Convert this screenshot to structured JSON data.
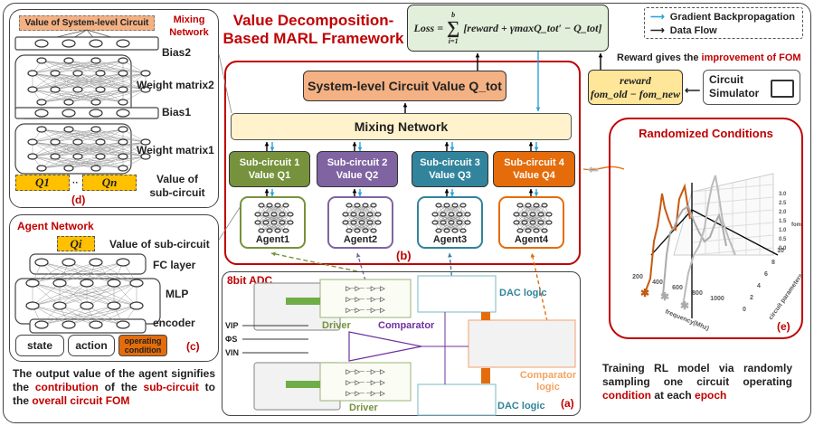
{
  "title": "Value Decomposition-Based MARL Framework",
  "title_line1": "Value Decomposition-",
  "title_line2": "Based MARL Framework",
  "loss": {
    "lhs": "Loss =",
    "sum_top": "b",
    "sum_bottom": "i=1",
    "rhs": "[reward + γmaxQ_tot′ − Q_tot]"
  },
  "legend": {
    "items": [
      {
        "label": "Gradient Backpropagation",
        "color": "#29a3dc"
      },
      {
        "label": "Data Flow",
        "color": "#000000"
      }
    ]
  },
  "reward_note": {
    "prefix": "Reward gives the ",
    "highlight": "improvement of FOM"
  },
  "reward_box": {
    "line1": "reward",
    "line2": "fom_old − fom_new"
  },
  "simulator": {
    "line1": "Circuit",
    "line2": "Simulator"
  },
  "panel_d": {
    "header": "Value of System-level Circuit",
    "title1": "Mixing",
    "title2": "Network",
    "bias2": "Bias2",
    "wm2": "Weight matrix2",
    "bias1": "Bias1",
    "wm1": "Weight matrix1",
    "q1": "Q1",
    "qn": "Qn",
    "dots": "··",
    "value_of": "Value of",
    "sub_circuit": "sub-circuit",
    "tag": "(d)"
  },
  "panel_b": {
    "system_value": "System-level Circuit Value Q_tot",
    "mixing": "Mixing Network",
    "tag": "(b)",
    "subcircuits": [
      {
        "name": "Sub-circuit 1",
        "value": "Value  Q1",
        "agent": "Agent1",
        "color": "#76923c"
      },
      {
        "name": "Sub-circuit 2",
        "value": "Value  Q2",
        "agent": "Agent2",
        "color": "#8064a2"
      },
      {
        "name": "Sub-circuit 3",
        "value": "Value  Q3",
        "agent": "Agent3",
        "color": "#31849b"
      },
      {
        "name": "Sub-circuit 4",
        "value": "Value  Q4",
        "agent": "Agent4",
        "color": "#e46c0a"
      }
    ]
  },
  "panel_c": {
    "title": "Agent Network",
    "qi": "Qi",
    "value_of": "Value of sub-circuit",
    "fc": "FC layer",
    "mlp": "MLP",
    "encoder": "encoder",
    "inputs": [
      "state",
      "action",
      "operating condition"
    ],
    "tag": "(c)"
  },
  "note_left": {
    "p1": "The output value of the agent signifies the ",
    "h1": "contribution",
    "p2": " of the ",
    "h2": "sub-circuit",
    "p3": " to the ",
    "h3": "overall circuit FOM"
  },
  "panel_a": {
    "title": "8bit ADC",
    "driver_top": "Driver",
    "driver_bottom": "Driver",
    "comparator": "Comparator",
    "comparator_logic": "Comparator logic",
    "dac_top": "DAC logic",
    "dac_bottom": "DAC logic",
    "vip": "VIP",
    "phis": "ΦS",
    "vin": "VIN",
    "tag": "(a)"
  },
  "panel_e": {
    "title": "Randomized Conditions",
    "z_ticks": [
      "3.0",
      "2.5",
      "2.0",
      "1.5",
      "1.0",
      "0.5",
      "0.0"
    ],
    "z_label": "fom",
    "x_ticks": [
      "200",
      "400",
      "600",
      "800",
      "1000"
    ],
    "x_label": "frequency(Mhz)",
    "y_ticks": [
      "0",
      "2",
      "4",
      "6",
      "8",
      "10"
    ],
    "y_label": "circuit parameters",
    "tag": "(e)"
  },
  "note_right": {
    "p1": "Training RL model via randomly sampling one circuit operating ",
    "h1": "condition",
    "p2": " at each ",
    "h2": "epoch"
  }
}
